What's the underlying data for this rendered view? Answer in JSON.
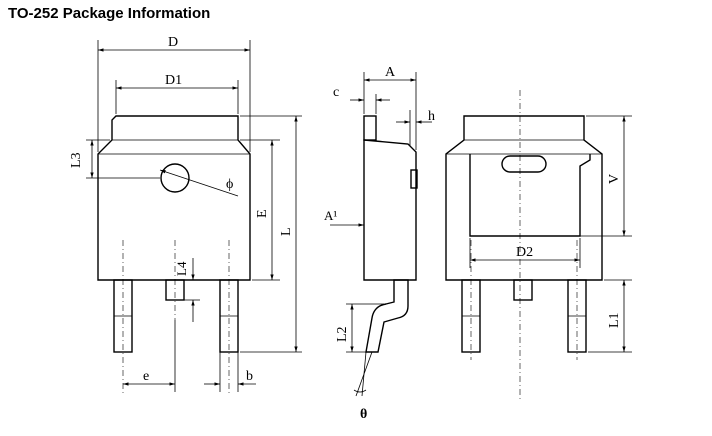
{
  "title": "TO-252 Package Information",
  "dims": {
    "D": "D",
    "D1": "D1",
    "L3": "L3",
    "phi": "ϕ",
    "E": "E",
    "L": "L",
    "L4": "L4",
    "e": "e",
    "b": "b",
    "A": "A",
    "c": "c",
    "h": "h",
    "A1": "A¹",
    "L2": "L2",
    "theta": "θ",
    "V": "V",
    "D2": "D2",
    "L1": "L1"
  }
}
